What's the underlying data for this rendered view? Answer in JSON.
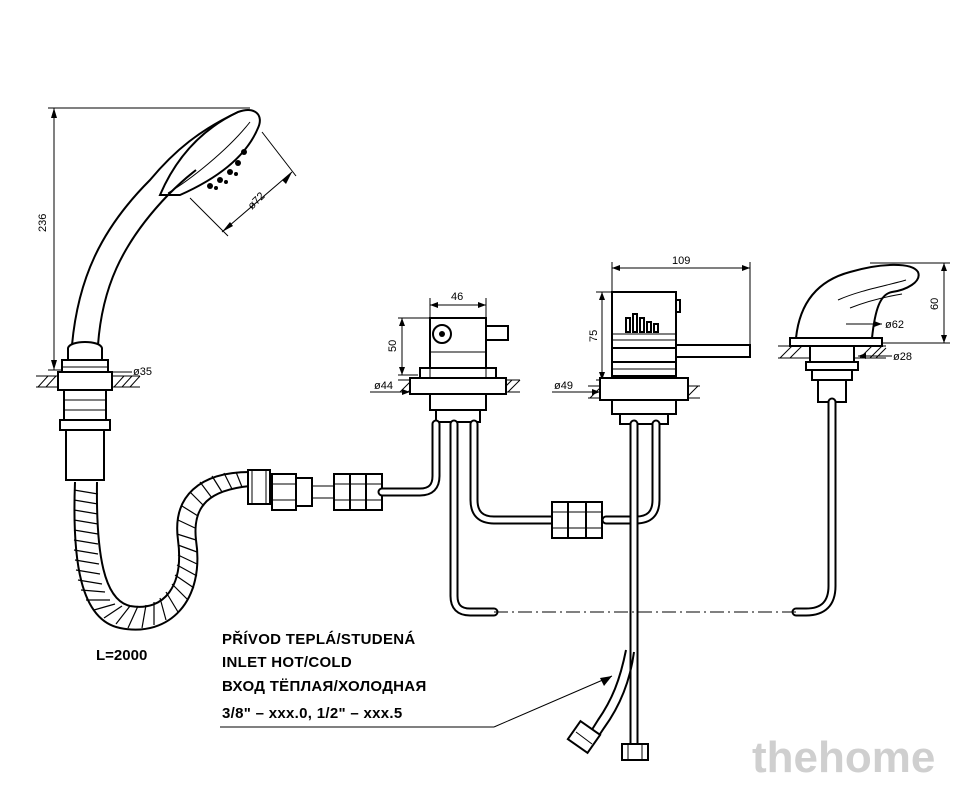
{
  "dimensions": {
    "hand_shower_height": "236",
    "hand_shower_head_dia": "ø72",
    "hand_shower_base_dia": "ø35",
    "valve1_width": "46",
    "valve1_height": "50",
    "valve1_base_dia": "ø44",
    "mixer_width": "109",
    "mixer_height": "75",
    "mixer_base_dia": "ø49",
    "spout_height": "60",
    "spout_dia": "ø62",
    "spout_base_dia": "ø28"
  },
  "hose_length": "L=2000",
  "inlet_note": {
    "line1": "PŘÍVOD TEPLÁ/STUDENÁ",
    "line2": "INLET HOT/COLD",
    "line3": "ВХОД ТЁПЛАЯ/ХОЛОДНАЯ",
    "line4": "3/8\" – xxx.0, 1/2\" – xxx.5"
  },
  "watermark": "thehome"
}
